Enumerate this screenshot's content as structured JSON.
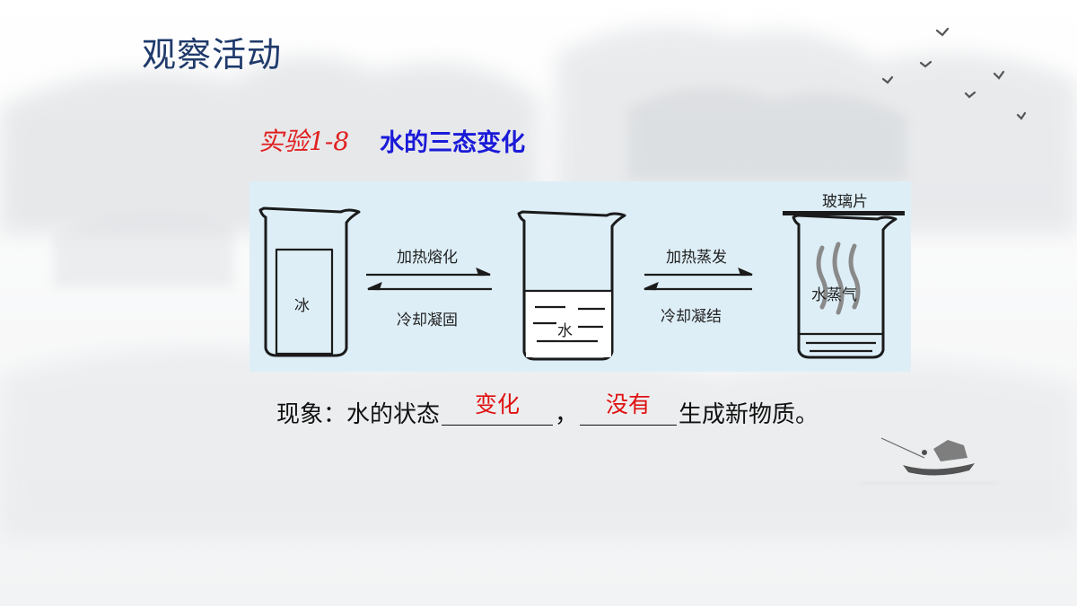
{
  "page": {
    "title": "观察活动"
  },
  "experiment": {
    "number": "实验1-8",
    "title": "水的三态变化"
  },
  "figure": {
    "labels": {
      "ice": "冰",
      "water": "水",
      "vapor": "水蒸气",
      "glass_plate": "玻璃片"
    },
    "transitions": {
      "melting": "加热熔化",
      "freezing": "冷却凝固",
      "evaporation": "加热蒸发",
      "condensation": "冷却凝结"
    }
  },
  "observation": {
    "prefix": "现象：水的状态",
    "comma": "，",
    "suffix": "生成新物质。",
    "answer_1": "变化",
    "answer_2": "没有"
  },
  "colors": {
    "title": "#1f3a6b",
    "experiment_number": "#e02020",
    "experiment_title": "#1a1ad8",
    "answers": "#e01010",
    "figure_background": "#ddeef7"
  }
}
